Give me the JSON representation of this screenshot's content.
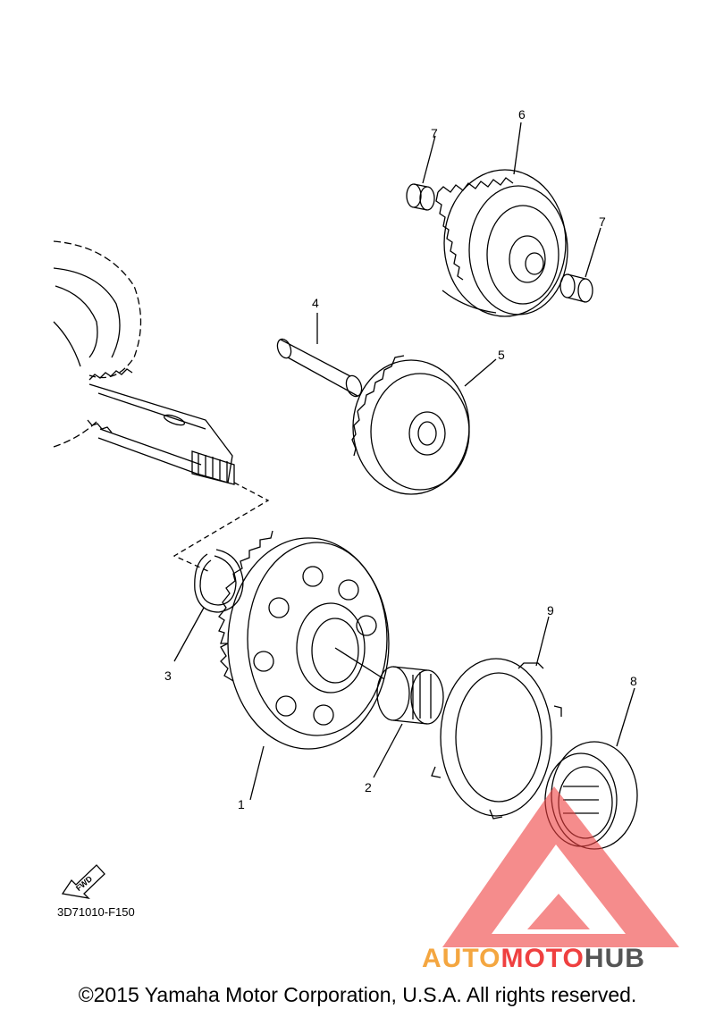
{
  "diagram": {
    "callouts": [
      {
        "id": "1",
        "label": "1"
      },
      {
        "id": "2",
        "label": "2"
      },
      {
        "id": "3",
        "label": "3"
      },
      {
        "id": "4",
        "label": "4"
      },
      {
        "id": "5",
        "label": "5"
      },
      {
        "id": "6",
        "label": "6"
      },
      {
        "id": "7a",
        "label": "7"
      },
      {
        "id": "7b",
        "label": "7"
      },
      {
        "id": "8",
        "label": "8"
      },
      {
        "id": "9",
        "label": "9"
      }
    ],
    "fwd_label": "FWD",
    "diagram_code": "3D71010-F150",
    "copyright": "©2015 Yamaha Motor Corporation, U.S.A. All rights reserved."
  },
  "watermark": {
    "text_part1": "AUTO",
    "text_part2": "MOTO",
    "text_part3": "HUB",
    "color_primary": "#f4a640",
    "color_red": "#ef4040",
    "color_dark": "#555555"
  }
}
